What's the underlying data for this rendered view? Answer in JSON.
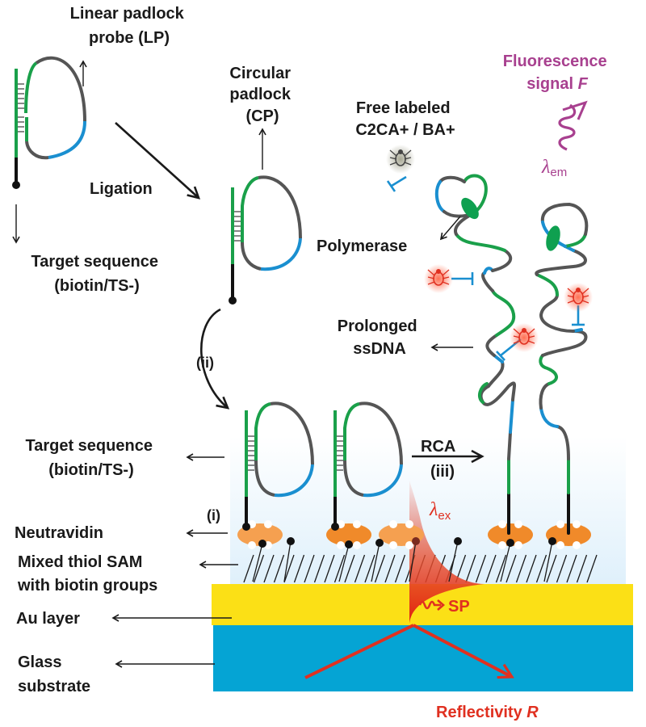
{
  "figure": {
    "labels": {
      "linear_padlock_probe": [
        "Linear padlock",
        "probe (LP)"
      ],
      "circular_padlock": [
        "Circular",
        "padlock",
        "(CP)"
      ],
      "ligation": "Ligation",
      "target_sequence_top": [
        "Target sequence",
        "(biotin/TS-)"
      ],
      "target_sequence_mid": [
        "Target sequence",
        "(biotin/TS-)"
      ],
      "step_i": "(i)",
      "step_ii": "(ii)",
      "step_iii": "(iii)",
      "rca": "RCA",
      "neutravidin": "Neutravidin",
      "mixed_thiol_sam": [
        "Mixed thiol SAM",
        "with biotin groups"
      ],
      "au_layer": "Au layer",
      "glass_substrate": [
        "Glass",
        "substrate"
      ],
      "free_labeled": [
        "Free labeled",
        "C2CA+ / BA+"
      ],
      "polymerase": "Polymerase",
      "prolonged_ssdna": [
        "Prolonged",
        "ssDNA"
      ],
      "fluorescence_signal": [
        "Fluorescence",
        "signal "
      ],
      "fluorescence_symbol": "F",
      "lambda_em": "λ",
      "lambda_em_sub": "em",
      "lambda_ex": "λ",
      "lambda_ex_sub": "ex",
      "sp": "SP",
      "reflectivity": "Reflectivity  ",
      "reflectivity_symbol": "R"
    },
    "colors": {
      "dna_green": "#1aa04a",
      "dna_gray": "#555555",
      "dna_blue": "#1a8fd0",
      "dna_black": "#111111",
      "neutravidin_orange": "#f08a2a",
      "neutravidin_orange_light": "#f5a050",
      "au_yellow": "#fbe016",
      "glass_blue": "#05a4d4",
      "buffer_light_blue": "#dff0fb",
      "fluorescence_magenta": "#a8408f",
      "laser_red": "#e03020",
      "polymerase_green": "#0fa050"
    }
  }
}
